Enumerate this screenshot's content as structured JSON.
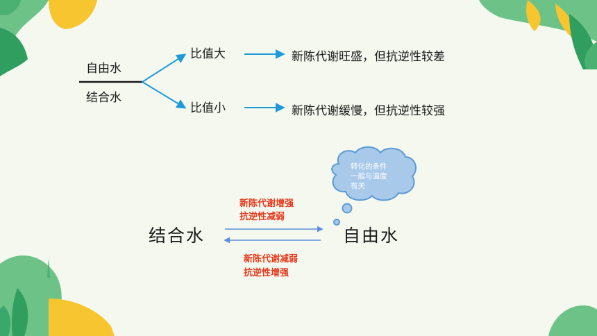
{
  "top_section": {
    "numerator": "自由水",
    "denominator": "结合水",
    "branch_high": {
      "label": "比值大",
      "result": "新陈代谢旺盛，但抗逆性较差"
    },
    "branch_low": {
      "label": "比值小",
      "result": "新陈代谢缓慢，但抗逆性较强"
    }
  },
  "bottom_section": {
    "left_node": "结合水",
    "right_node": "自由水",
    "forward_effects": [
      "新陈代谢增强",
      "抗逆性减弱"
    ],
    "backward_effects": [
      "新陈代谢减弱",
      "抗逆性增强"
    ],
    "cloud_note": [
      "转化的条件",
      "一般与温度",
      "有关"
    ]
  },
  "colors": {
    "background": "#f4f8ee",
    "arrow": "#1e9ad8",
    "highlight_text": "#e8381b",
    "cloud_fill": "#a9c9ea",
    "cloud_stroke": "#5b9ad6",
    "leaf_green": "#6cc287",
    "leaf_dark": "#2f9e5f",
    "accent_yellow": "#f7c530"
  }
}
